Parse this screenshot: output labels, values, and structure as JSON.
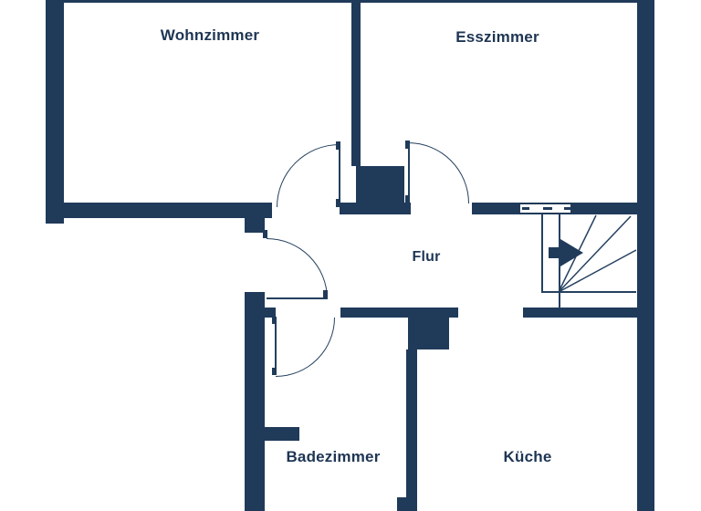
{
  "rooms": {
    "wohnzimmer": {
      "label": "Wohnzimmer"
    },
    "esszimmer": {
      "label": "Esszimmer"
    },
    "flur": {
      "label": "Flur"
    },
    "badezimmer": {
      "label": "Badezimmer"
    },
    "kueche": {
      "label": "Küche"
    }
  },
  "colors": {
    "wall": "#203a5a",
    "line": "#24405f",
    "text": "#1e3553",
    "background": "#ffffff"
  }
}
